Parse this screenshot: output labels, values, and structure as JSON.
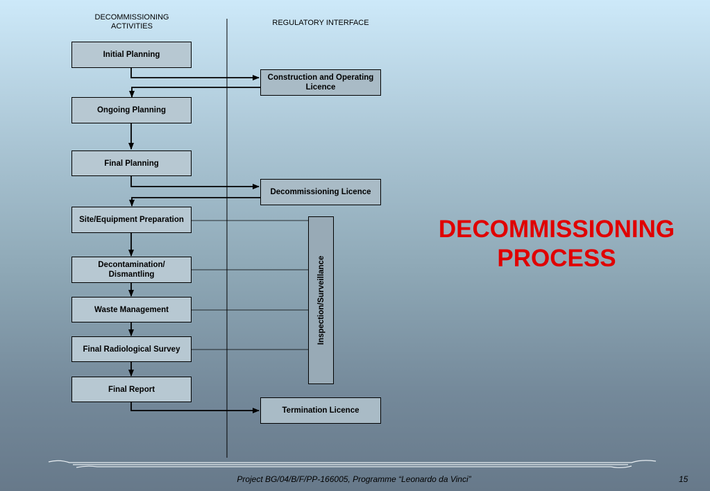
{
  "headers": {
    "activities": "DECOMMISSIONING ACTIVITIES",
    "regulatory": "REGULATORY INTERFACE"
  },
  "steps": [
    "Initial Planning",
    "Ongoing Planning",
    "Final Planning",
    "Site/Equipment Preparation",
    "Decontamination/ Dismantling",
    "Waste Management",
    "Final Radiological Survey",
    "Final Report"
  ],
  "regulatory": [
    "Construction and Operating Licence",
    "Decommissioning Licence",
    "Termination Licence"
  ],
  "inspection": "Inspection/Surveillance",
  "title": {
    "line1": "DECOMMISSIONING",
    "line2": "PROCESS",
    "color": "#e00000"
  },
  "footer": {
    "text": "Project BG/04/B/F/PP-166005, Programme “Leonardo da Vinci”",
    "page": "15"
  }
}
